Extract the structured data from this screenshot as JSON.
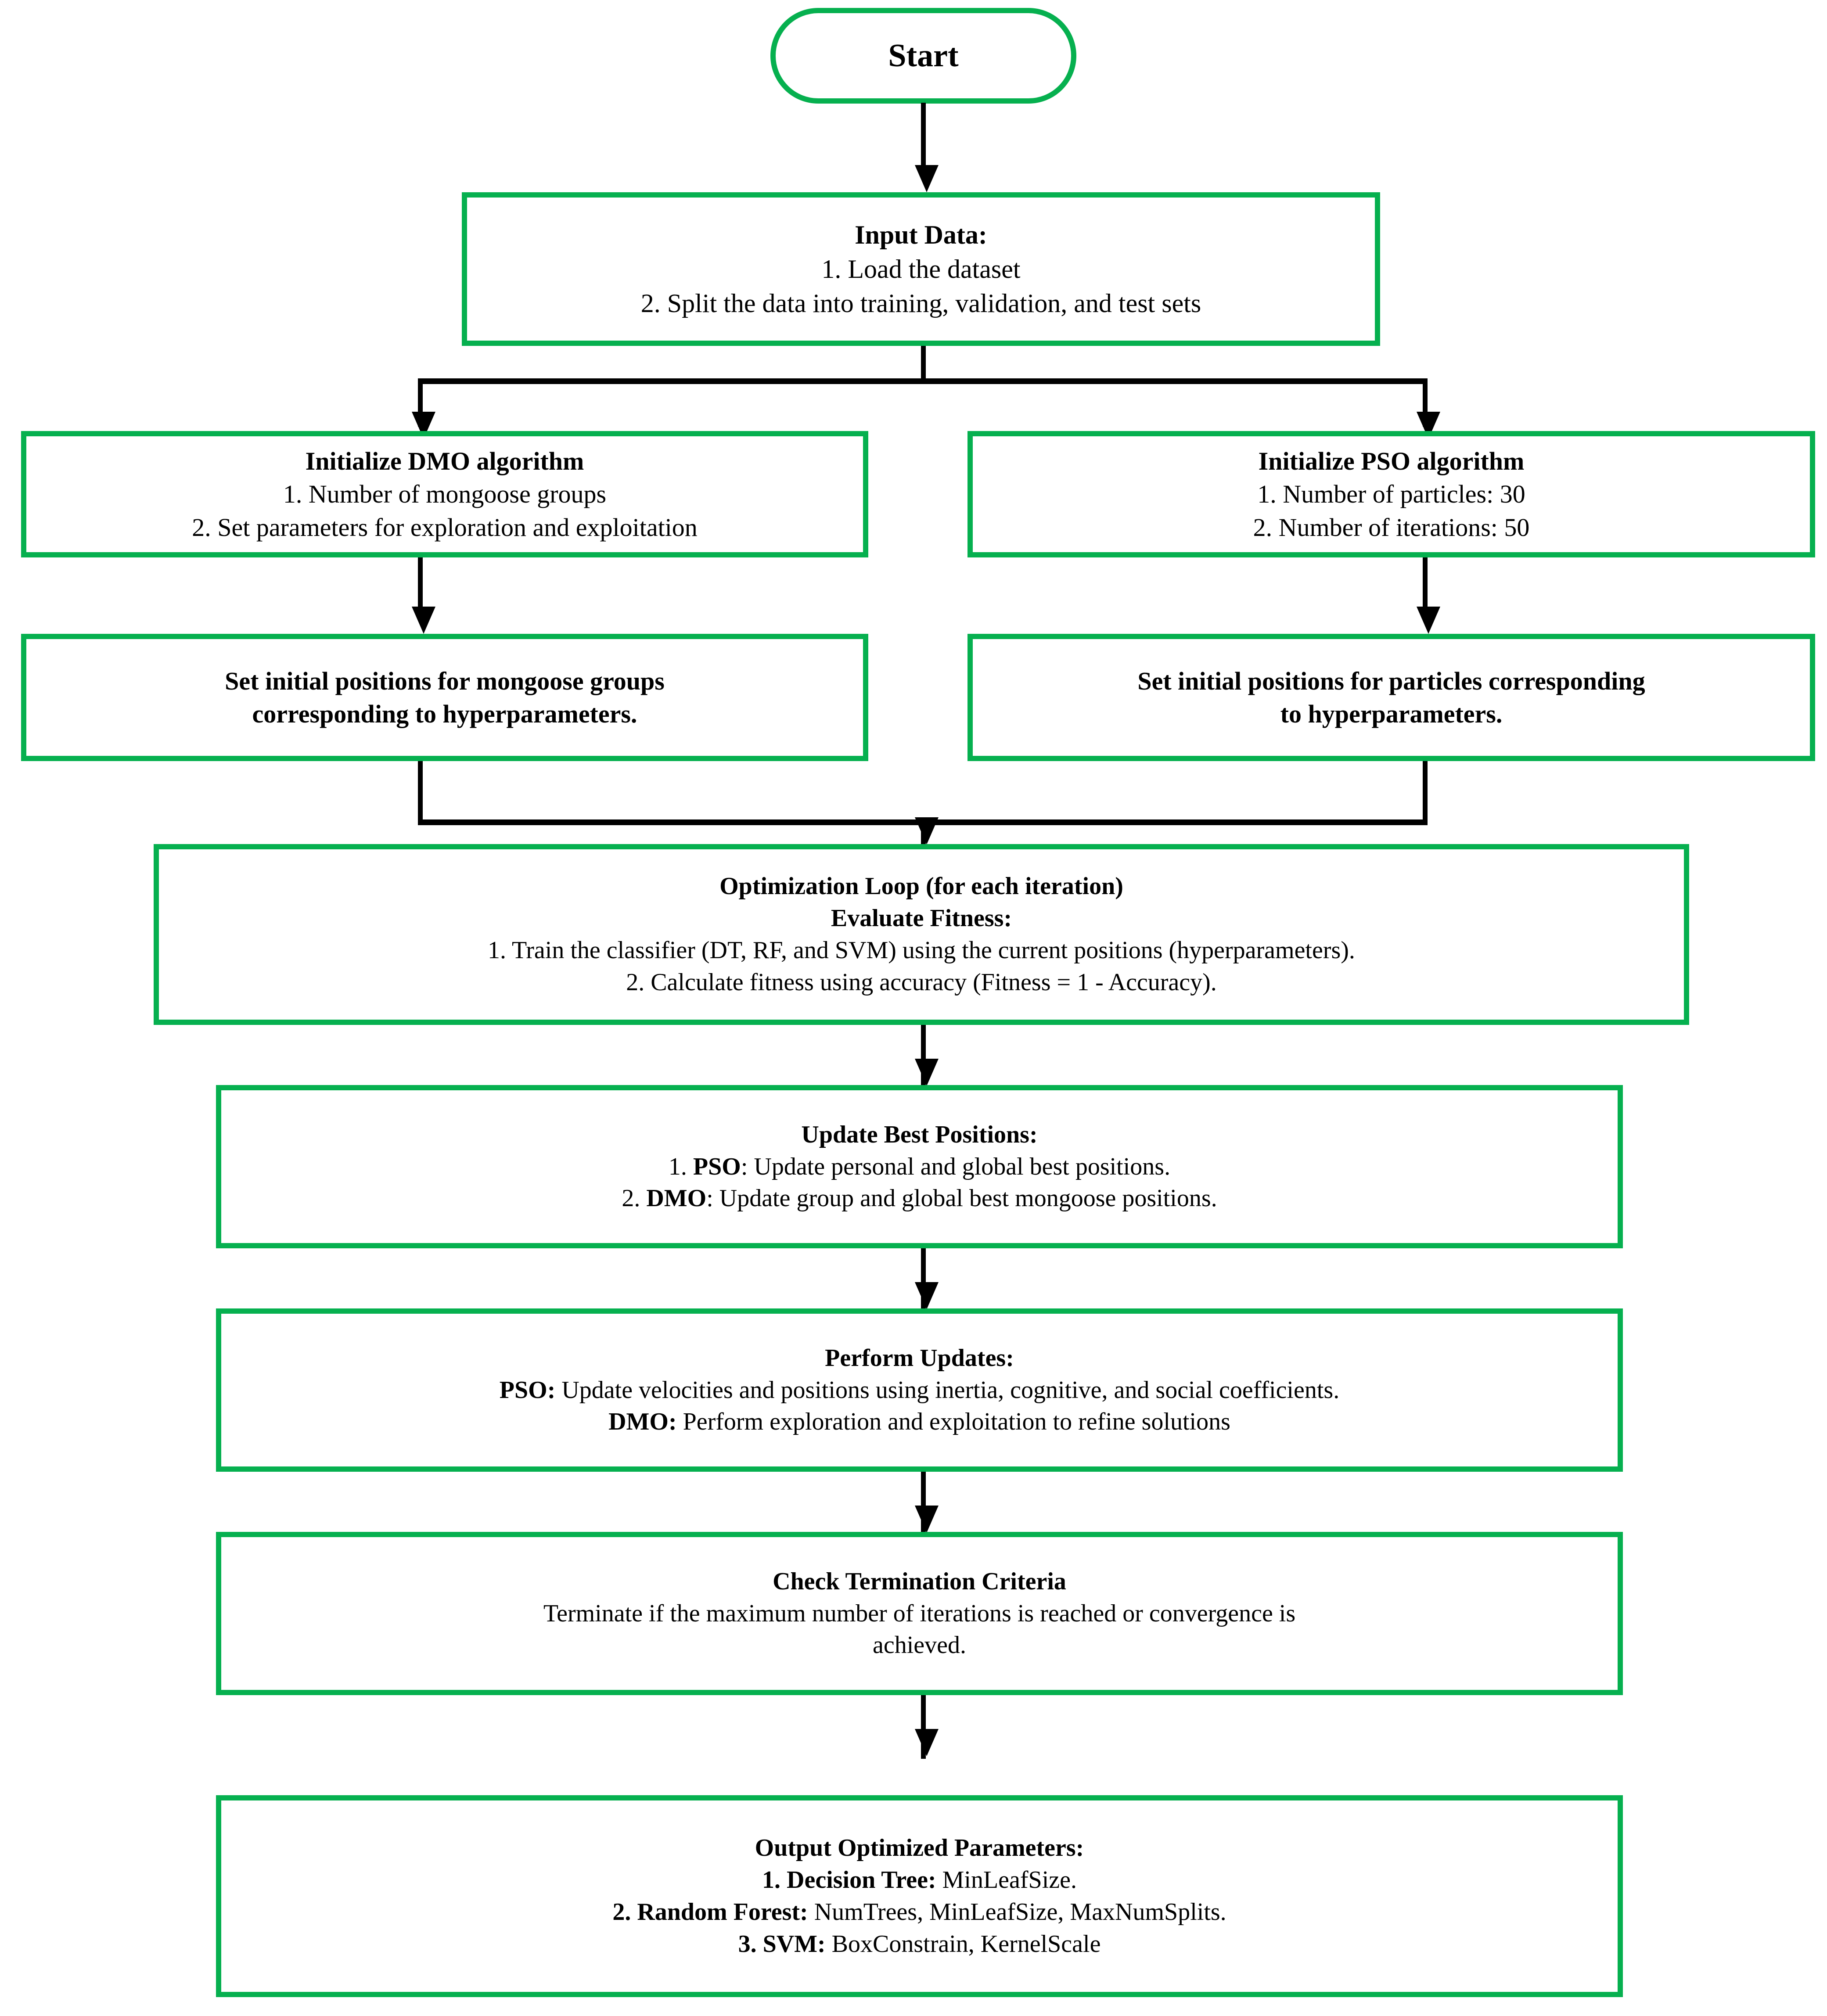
{
  "diagram": {
    "title": "DMO-PSO hyperparameter optimization flowchart",
    "accent_color": "#06b04f",
    "line_color": "#000000",
    "background_color": "#ffffff"
  },
  "nodes": {
    "start": {
      "label": "Start"
    },
    "input_data": {
      "heading": "Input Data:",
      "item1": "1. Load the dataset",
      "item2": "2. Split the data into training, validation, and test sets"
    },
    "init_dmo": {
      "heading": "Initialize DMO algorithm",
      "item1": "1. Number of mongoose groups",
      "item2": "2. Set parameters for exploration and exploitation"
    },
    "init_pso": {
      "heading": "Initialize PSO algorithm",
      "item1": "1. Number of particles: 30",
      "item2": "2. Number of iterations: 50"
    },
    "set_positions_dmo": {
      "line1": "Set initial positions for mongoose groups",
      "line2": "corresponding to hyperparameters."
    },
    "set_positions_pso": {
      "line1": "Set initial positions for particles corresponding",
      "line2": "to hyperparameters."
    },
    "optimization_loop": {
      "heading1": "Optimization Loop (for each iteration)",
      "heading2": "Evaluate Fitness:",
      "item1": "1. Train the classifier (DT, RF, and SVM) using the current positions (hyperparameters).",
      "item2": "2. Calculate fitness using accuracy (Fitness = 1 - Accuracy)."
    },
    "update_best_positions": {
      "heading": "Update Best Positions:",
      "item1_num": "1. ",
      "item1_bold": "PSO",
      "item1_rest": ": Update personal and global best positions.",
      "item2_num": "2. ",
      "item2_bold": "DMO",
      "item2_rest": ": Update group and global best mongoose positions."
    },
    "perform_updates": {
      "heading": "Perform Updates:",
      "item1_bold": "PSO:",
      "item1_rest": " Update velocities and positions using inertia, cognitive, and social coefficients.",
      "item2_bold": "DMO:",
      "item2_rest": " Perform exploration and exploitation to refine solutions"
    },
    "check_termination": {
      "heading": "Check Termination Criteria",
      "line1": "Terminate if the maximum number of iterations is reached or convergence is",
      "line2": "achieved."
    },
    "output_parameters": {
      "heading": "Output Optimized Parameters:",
      "item1_num": "1. ",
      "item1_bold": "Decision Tree:",
      "item1_rest": " MinLeafSize.",
      "item2_num": "2. ",
      "item2_bold": "Random Forest:",
      "item2_rest": " NumTrees, MinLeafSize, MaxNumSplits.",
      "item3_num": "3. ",
      "item3_bold": "SVM:",
      "item3_rest": " BoxConstrain, KernelScale"
    }
  }
}
